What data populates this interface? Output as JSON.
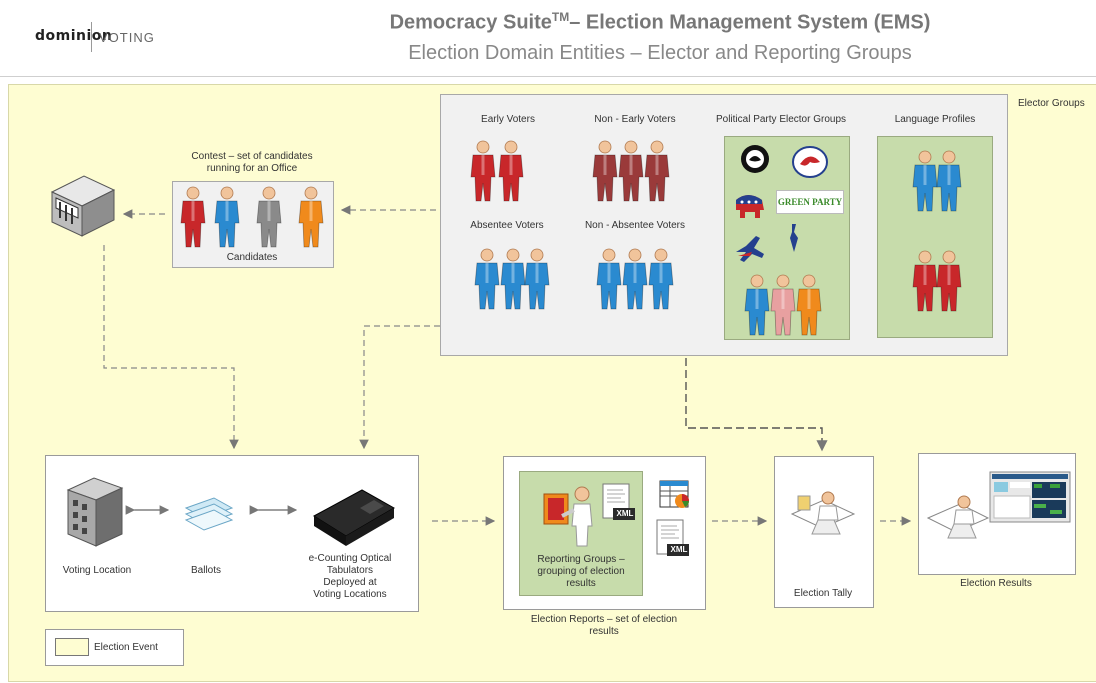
{
  "header": {
    "logo_main": "dominion",
    "logo_sub": "VOTING",
    "title_main": "Democracy Suite",
    "title_sup": "TM",
    "title_rest": "– Election Management System (EMS)",
    "subtitle": "Election Domain Entities – Elector and Reporting Groups"
  },
  "elector_groups": {
    "label": "Elector Groups",
    "early_voters": "Early Voters",
    "non_early_voters": "Non - Early Voters",
    "absentee_voters": "Absentee Voters",
    "non_absentee_voters": "Non - Absentee Voters",
    "political_party_groups": "Political Party Elector Groups",
    "party_text": "GREEN PARTY",
    "language_profiles": "Language Profiles"
  },
  "contest": {
    "title_line1": "Contest – set of candidates",
    "title_line2": "running for an Office",
    "candidates": "Candidates"
  },
  "event_box": {
    "voting_location": "Voting Location",
    "ballots": "Ballots",
    "tabulators_line1": "e-Counting Optical",
    "tabulators_line2": "Tabulators",
    "tabulators_line3": "Deployed at",
    "tabulators_line4": "Voting Locations"
  },
  "reports": {
    "groups_line1": "Reporting Groups –",
    "groups_line2": "grouping of election",
    "groups_line3": "results",
    "caption_line1": "Election Reports – set of election",
    "caption_line2": "results",
    "xml": "XML"
  },
  "tally": {
    "label": "Election Tally"
  },
  "results": {
    "label": "Election Results"
  },
  "legend": {
    "label": "Election Event",
    "swatch_color": "#fefdd2"
  },
  "colors": {
    "red": "#c8272a",
    "blue": "#2a8ad0",
    "grey": "#8a8a8a",
    "orange": "#f08a1c",
    "pink": "#e8a0a0",
    "maroon": "#9a3a3a",
    "green_panel": "#c7dcab"
  }
}
